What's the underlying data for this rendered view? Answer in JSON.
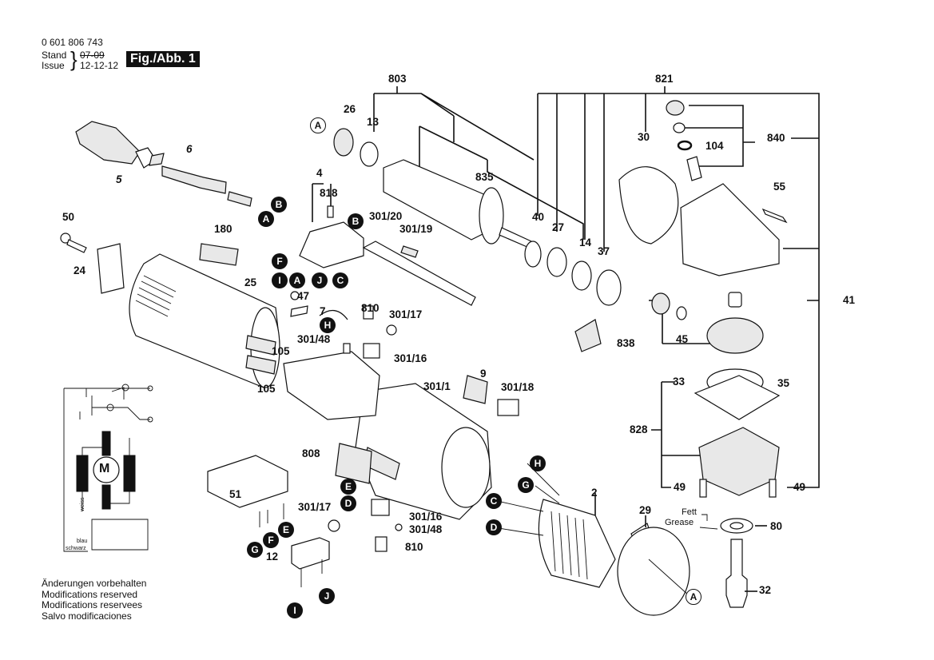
{
  "header": {
    "part_number": "0 601 806 743",
    "stand_label": "Stand",
    "issue_label": "Issue",
    "stand_value_struck": "07-09",
    "issue_value": "12-12-12",
    "figure_badge": "Fig./Abb. 1"
  },
  "footer": {
    "lines": [
      "Änderungen vorbehalten",
      "Modifications reserved",
      "Modifications reservees",
      "Salvo modificaciones"
    ]
  },
  "wiring_diagram": {
    "motor_label": "M",
    "wire_labels": [
      "weiss",
      "blau",
      "schwarz"
    ]
  },
  "grease_note": {
    "line1": "Fett",
    "line2": "Grease"
  },
  "part_labels": {
    "p803": "803",
    "p821": "821",
    "p26": "26",
    "p13": "13",
    "p835": "835",
    "p30": "30",
    "p104": "104",
    "p840": "840",
    "p6": "6",
    "p5": "5",
    "p4": "4",
    "p818": "818",
    "p55": "55",
    "p50": "50",
    "p180": "180",
    "p301_20": "301/20",
    "p301_19": "301/19",
    "p40": "40",
    "p27": "27",
    "p14": "14",
    "p37": "37",
    "p24": "24",
    "p25": "25",
    "p47": "47",
    "p7": "7",
    "p810a": "810",
    "p301_17a": "301/17",
    "p41": "41",
    "p301_48a": "301/48",
    "p301_16a": "301/16",
    "p838": "838",
    "p45": "45",
    "p105a": "105",
    "p105b": "105",
    "p301_1": "301/1",
    "p9": "9",
    "p301_18": "301/18",
    "p33": "33",
    "p35": "35",
    "p828": "828",
    "p808": "808",
    "p2": "2",
    "p51": "51",
    "p301_17b": "301/17",
    "p301_16b": "301/16",
    "p301_48b": "301/48",
    "p810b": "810",
    "p29": "29",
    "p80": "80",
    "p12": "12",
    "p32": "32",
    "p49a": "49",
    "p49b": "49"
  },
  "connectors": {
    "A": "A",
    "B": "B",
    "C": "C",
    "D": "D",
    "E": "E",
    "F": "F",
    "G": "G",
    "H": "H",
    "I": "I",
    "J": "J"
  }
}
